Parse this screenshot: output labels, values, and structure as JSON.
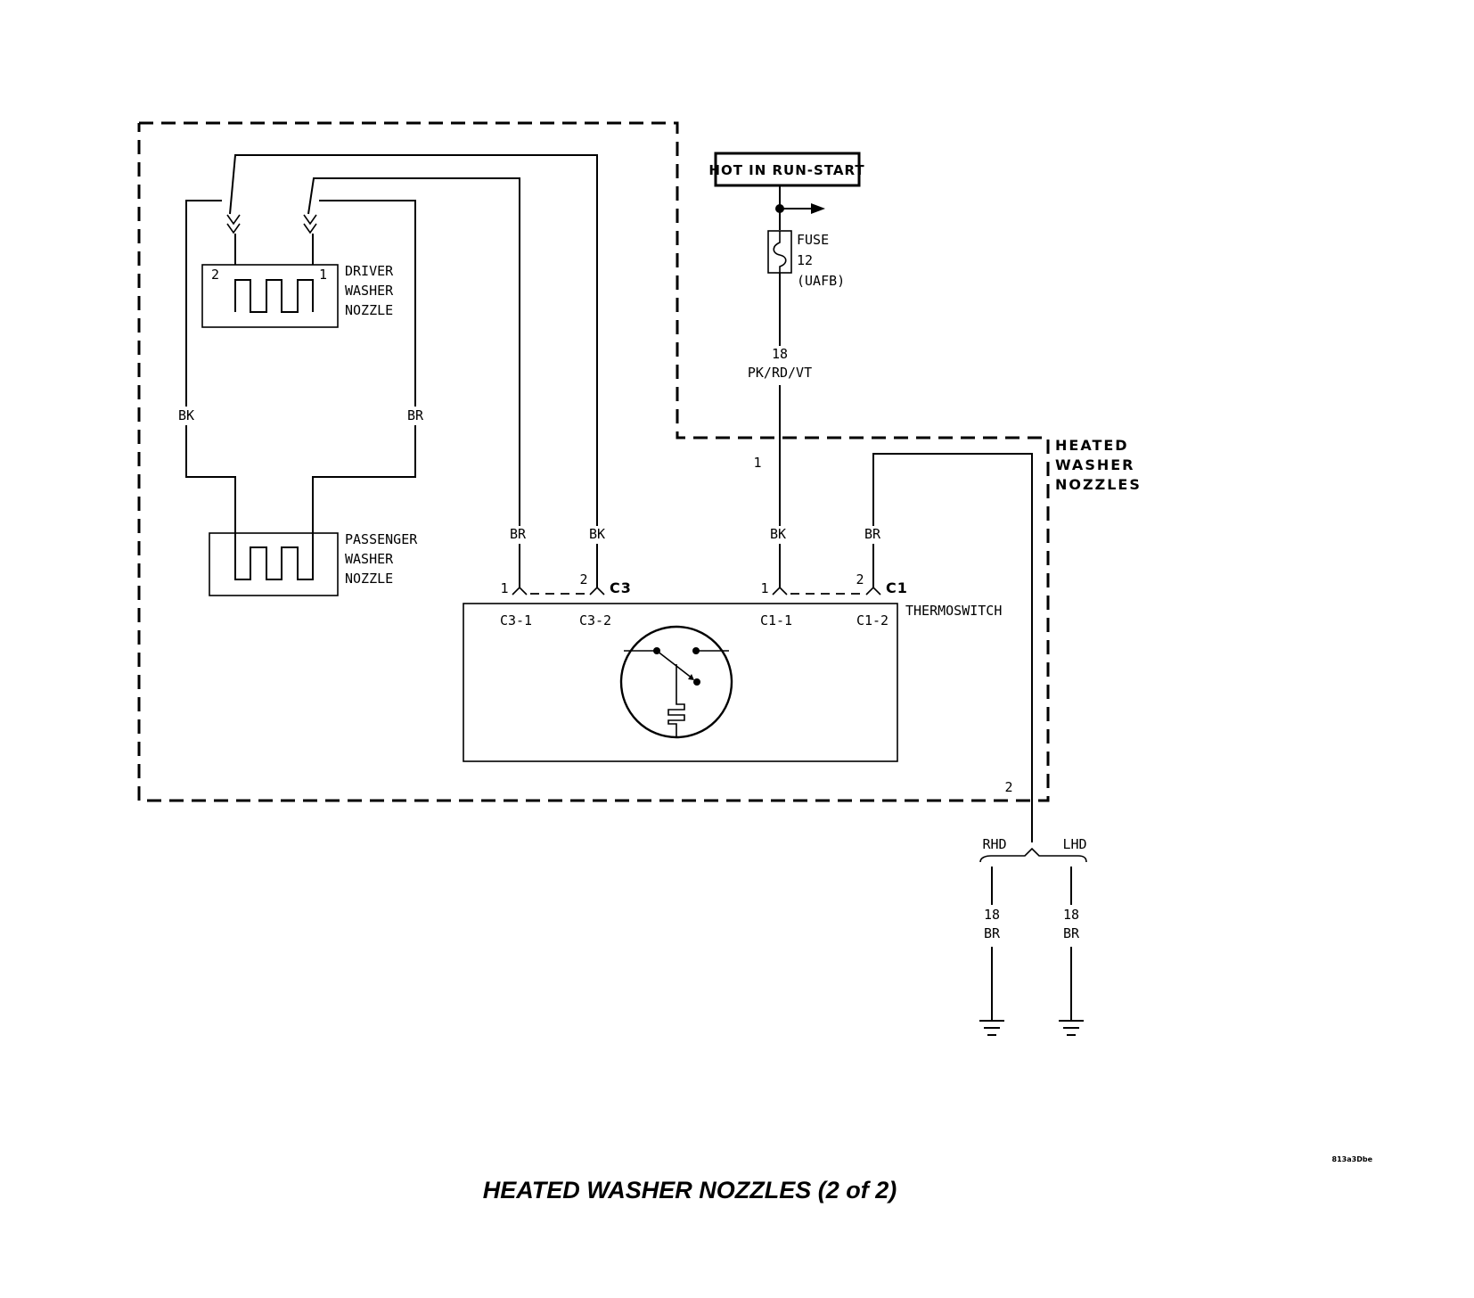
{
  "title": "HEATED WASHER NOZZLES (2 of 2)",
  "figure_id": "813a3Dbe",
  "module": {
    "name_line1": "HEATED",
    "name_line2": "WASHER",
    "name_line3": "NOZZLES"
  },
  "power": {
    "label": "HOT IN RUN-START"
  },
  "fuse": {
    "line1": "FUSE",
    "line2": "12",
    "line3": "(UAFB)"
  },
  "feed_wire": {
    "gauge": "18",
    "color": "PK/RD/VT"
  },
  "driver_nozzle": {
    "line1": "DRIVER",
    "line2": "WASHER",
    "line3": "NOZZLE",
    "pin_left": "2",
    "pin_right": "1"
  },
  "passenger_nozzle": {
    "line1": "PASSENGER",
    "line2": "WASHER",
    "line3": "NOZZLE"
  },
  "wires": {
    "bk": "BK",
    "br": "BR"
  },
  "thermoswitch": {
    "label": "THERMOSWITCH",
    "pins": [
      "C3-1",
      "C3-2",
      "C1-1",
      "C1-2"
    ]
  },
  "connectors": {
    "c3": {
      "name": "C3",
      "pin1": "1",
      "pin2": "2"
    },
    "c1": {
      "name": "C1",
      "pin1": "1",
      "pin2": "2"
    }
  },
  "splice": {
    "top_pin": "1",
    "bottom_pin": "2"
  },
  "ground": {
    "rhd": {
      "label": "RHD",
      "gauge": "18",
      "color": "BR"
    },
    "lhd": {
      "label": "LHD",
      "gauge": "18",
      "color": "BR"
    }
  }
}
